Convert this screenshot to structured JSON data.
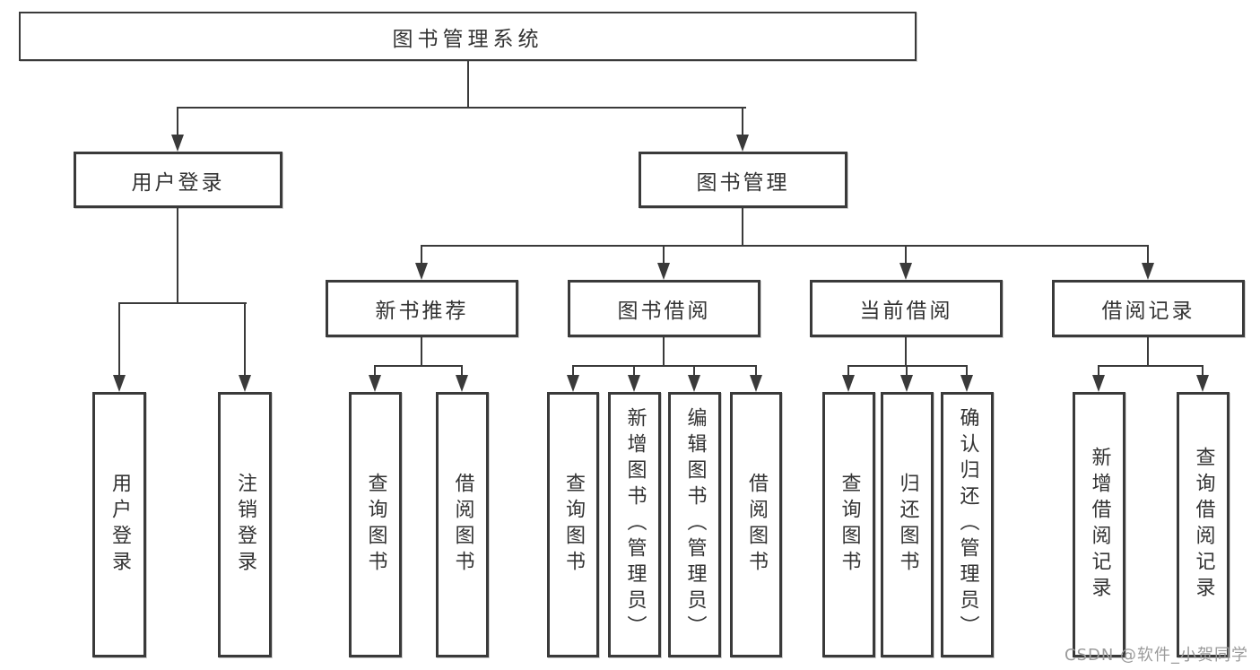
{
  "diagram": {
    "watermark": "CSDN @软件_小贺同学",
    "colors": {
      "line": "#3a3a3a",
      "box_border": "#3a3a3a",
      "box_background": "#ffffff",
      "text": "#333333",
      "page_background": "#ffffff",
      "watermark_text": "#9b9b9b"
    },
    "tree": {
      "root": {
        "label": "图书管理系统"
      },
      "branches": [
        {
          "label": "用户登录",
          "children": [
            {
              "label": "用户登录"
            },
            {
              "label": "注销登录"
            }
          ]
        },
        {
          "label": "图书管理",
          "children": [
            {
              "label": "新书推荐",
              "children": [
                {
                  "label": "查询图书"
                },
                {
                  "label": "借阅图书"
                }
              ]
            },
            {
              "label": "图书借阅",
              "children": [
                {
                  "label": "查询图书"
                },
                {
                  "label": "新增图书（管理员）"
                },
                {
                  "label": "编辑图书（管理员）"
                },
                {
                  "label": "借阅图书"
                }
              ]
            },
            {
              "label": "当前借阅",
              "children": [
                {
                  "label": "查询图书"
                },
                {
                  "label": "归还图书"
                },
                {
                  "label": "确认归还（管理员）"
                }
              ]
            },
            {
              "label": "借阅记录",
              "children": [
                {
                  "label": "新增借阅记录"
                },
                {
                  "label": "查询借阅记录"
                }
              ]
            }
          ]
        }
      ]
    }
  }
}
